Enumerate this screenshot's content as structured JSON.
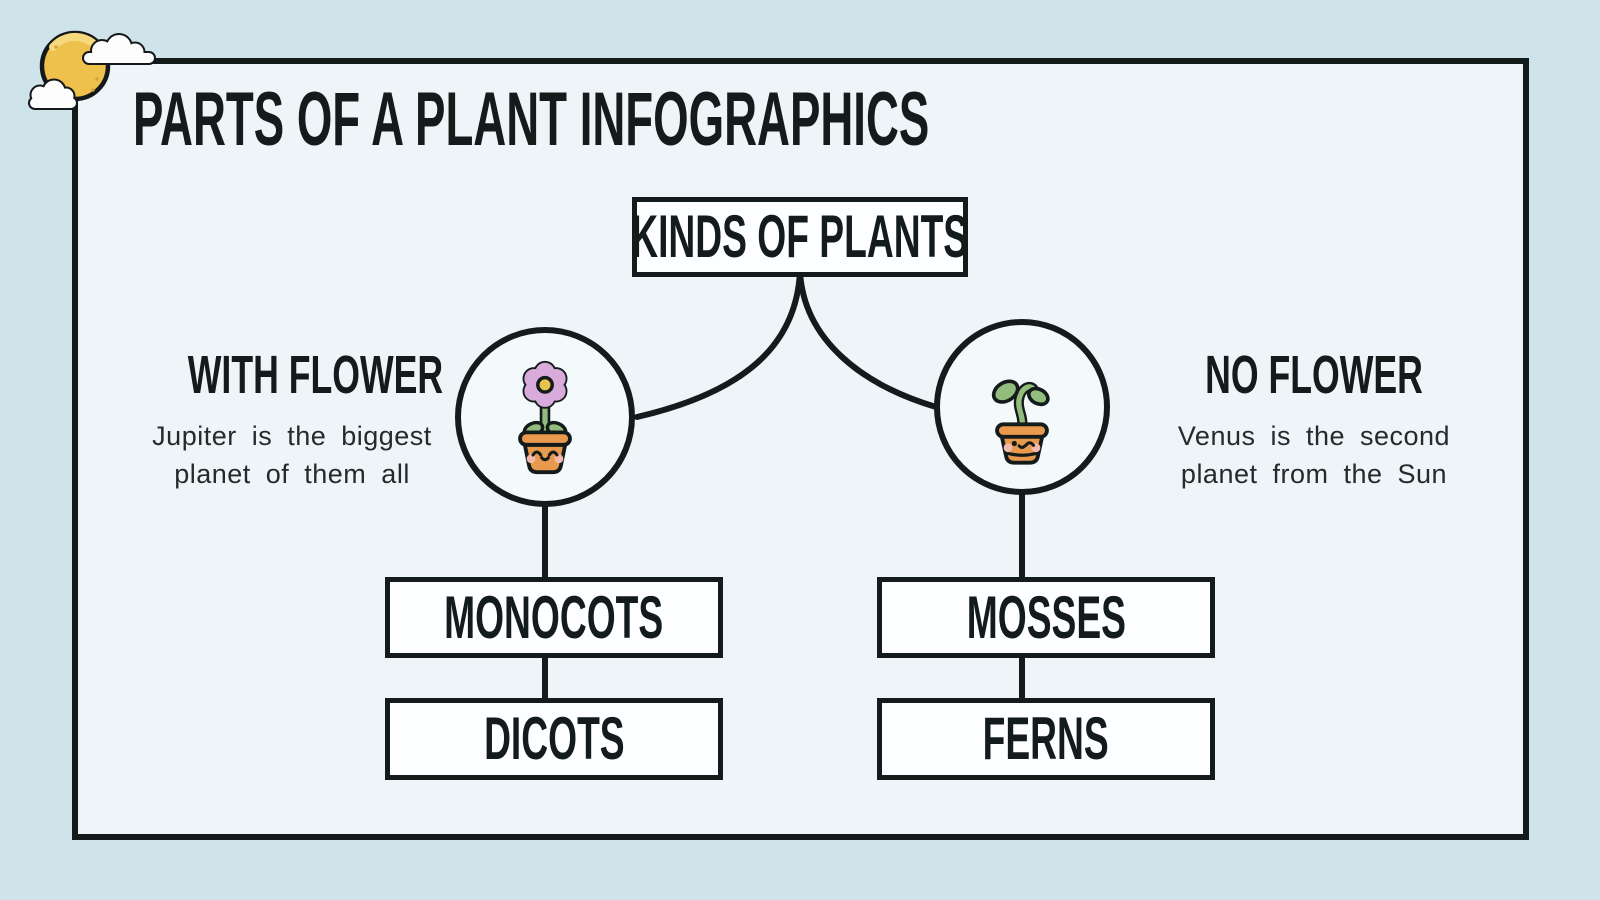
{
  "title": "PARTS OF A PLANT INFOGRAPHICS",
  "tree": {
    "root": "KINDS OF PLANTS",
    "left": {
      "heading": "WITH FLOWER",
      "description": "Jupiter is the biggest planet of them all",
      "icon": "flower-pot-icon",
      "children": [
        "MONOCOTS",
        "DICOTS"
      ]
    },
    "right": {
      "heading": "NO FLOWER",
      "description": "Venus is the second planet from the Sun",
      "icon": "sprout-pot-icon",
      "children": [
        "MOSSES",
        "FERNS"
      ]
    }
  },
  "decor": {
    "corner": "sun-with-clouds-icon"
  },
  "colors": {
    "outer_background": "#cfe3eb",
    "panel_background": "#edf5f8",
    "outline_black": "#141b1b",
    "box_fill": "#fcfeff",
    "sun_yellow": "#eec04c",
    "sun_highlight": "#f6d87d",
    "pot_orange": "#e9994d",
    "flower_pink": "#d9abdb",
    "flower_center_yellow": "#e8c24e",
    "leaf_green": "#93bd7d",
    "cheek_pink": "#f2b9ad",
    "cloud_white": "#fdfdfd"
  }
}
